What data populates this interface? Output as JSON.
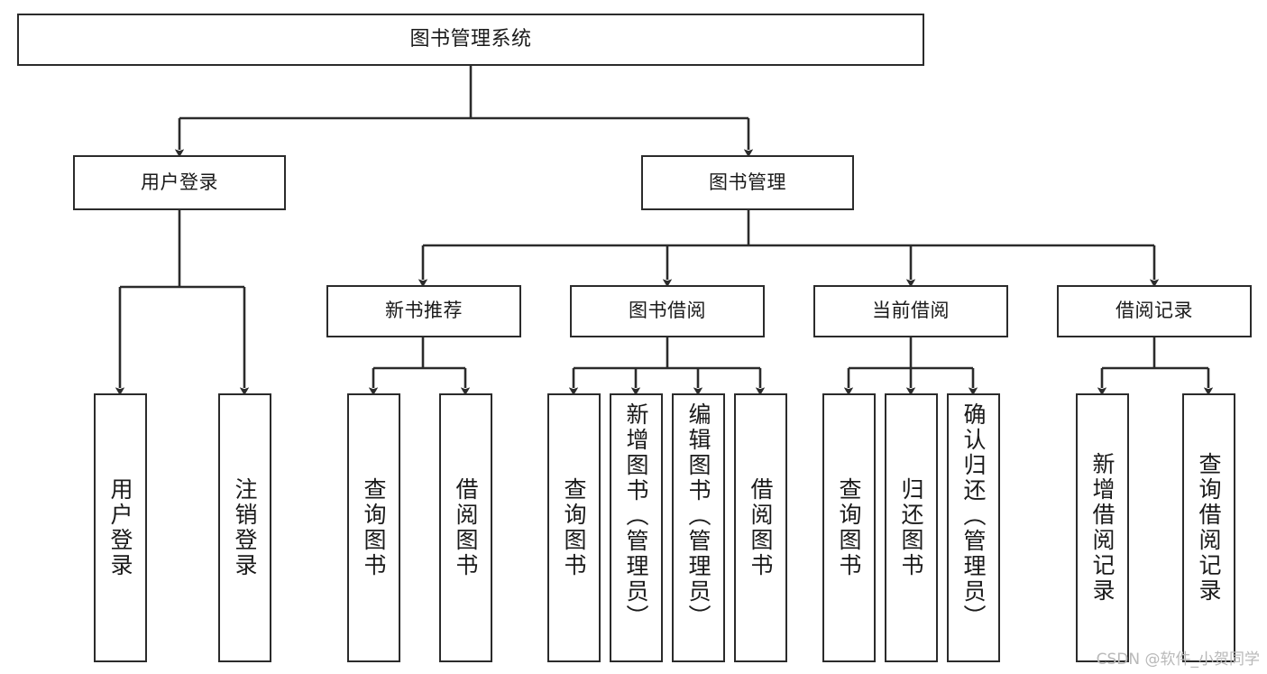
{
  "diagram": {
    "title": "图书管理系统",
    "type": "hierarchy-tree",
    "watermark": "CSDN @软件_小贺同学",
    "colors": {
      "background": "#ffffff",
      "box_border": "#2b2b2b",
      "box_fill": "#ffffff",
      "text": "#1a1a1a",
      "connector": "#2b2b2b",
      "watermark": "#b9b9b9"
    },
    "levels": {
      "root": {
        "label": "图书管理系统"
      },
      "level2": [
        {
          "id": "user-login",
          "label": "用户登录"
        },
        {
          "id": "book-management",
          "label": "图书管理"
        }
      ],
      "level3": [
        {
          "id": "new-book-recommend",
          "label": "新书推荐",
          "parent": "book-management"
        },
        {
          "id": "book-borrow",
          "label": "图书借阅",
          "parent": "book-management"
        },
        {
          "id": "current-borrow",
          "label": "当前借阅",
          "parent": "book-management"
        },
        {
          "id": "borrow-record",
          "label": "借阅记录",
          "parent": "book-management"
        }
      ],
      "leaves": [
        {
          "id": "leaf-user-login",
          "label": "用户登录",
          "parent": "user-login"
        },
        {
          "id": "leaf-logout",
          "label": "注销登录",
          "parent": "user-login"
        },
        {
          "id": "leaf-query-book-1",
          "label": "查询图书",
          "parent": "new-book-recommend"
        },
        {
          "id": "leaf-borrow-book-1",
          "label": "借阅图书",
          "parent": "new-book-recommend"
        },
        {
          "id": "leaf-query-book-2",
          "label": "查询图书",
          "parent": "book-borrow"
        },
        {
          "id": "leaf-add-book",
          "label": "新增图书（管理员）",
          "parent": "book-borrow"
        },
        {
          "id": "leaf-edit-book",
          "label": "编辑图书（管理员）",
          "parent": "book-borrow"
        },
        {
          "id": "leaf-borrow-book-2",
          "label": "借阅图书",
          "parent": "book-borrow"
        },
        {
          "id": "leaf-query-book-3",
          "label": "查询图书",
          "parent": "current-borrow"
        },
        {
          "id": "leaf-return-book",
          "label": "归还图书",
          "parent": "current-borrow"
        },
        {
          "id": "leaf-confirm-return",
          "label": "确认归还（管理员）",
          "parent": "current-borrow"
        },
        {
          "id": "leaf-add-record",
          "label": "新增借阅记录",
          "parent": "borrow-record"
        },
        {
          "id": "leaf-query-record",
          "label": "查询借阅记录",
          "parent": "borrow-record"
        }
      ]
    }
  }
}
